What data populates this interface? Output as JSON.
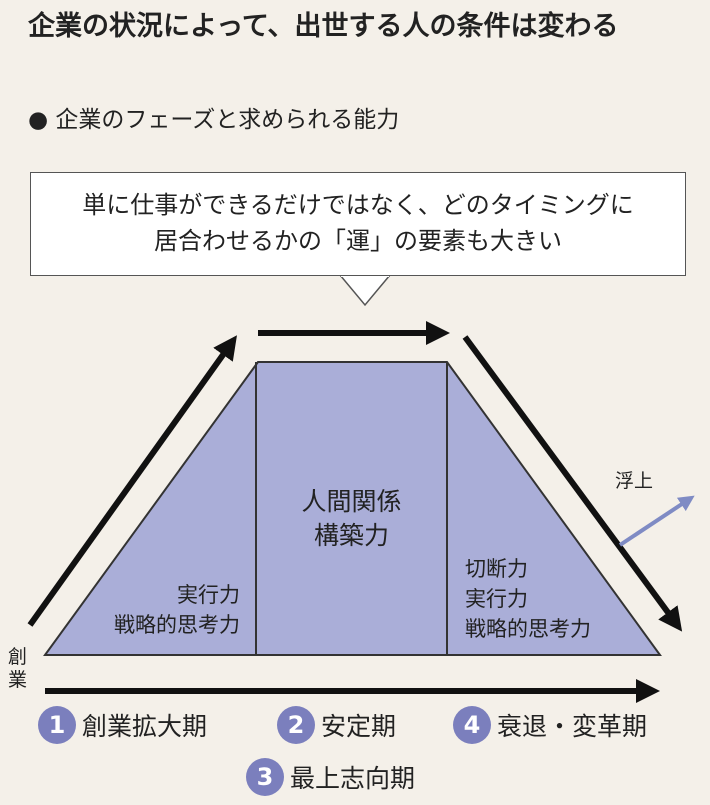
{
  "title": "企業の状況によって、出世する人の条件は変わる",
  "subtitle": "● 企業のフェーズと求められる能力",
  "callout": {
    "line1": "単に仕事ができるだけではなく、どのタイミングに",
    "line2": "居合わせるかの「運」の要素も大きい"
  },
  "sections": {
    "left": {
      "line1": "実行力",
      "line2": "戦略的思考力"
    },
    "center": {
      "line1": "人間関係",
      "line2": "構築力"
    },
    "right": {
      "line1": "切断力",
      "line2": "実行力",
      "line3": "戦略的思考力"
    }
  },
  "float_label": "浮上",
  "start_label": "創業",
  "phases": [
    {
      "num": "1",
      "label": "創業拡大期"
    },
    {
      "num": "2",
      "label": "安定期"
    },
    {
      "num": "3",
      "label": "最上志向期"
    },
    {
      "num": "4",
      "label": "衰退・変革期"
    }
  ],
  "colors": {
    "fill": "#aaaed8",
    "accent": "#7b7fbd",
    "float": "#7f8bc4"
  }
}
